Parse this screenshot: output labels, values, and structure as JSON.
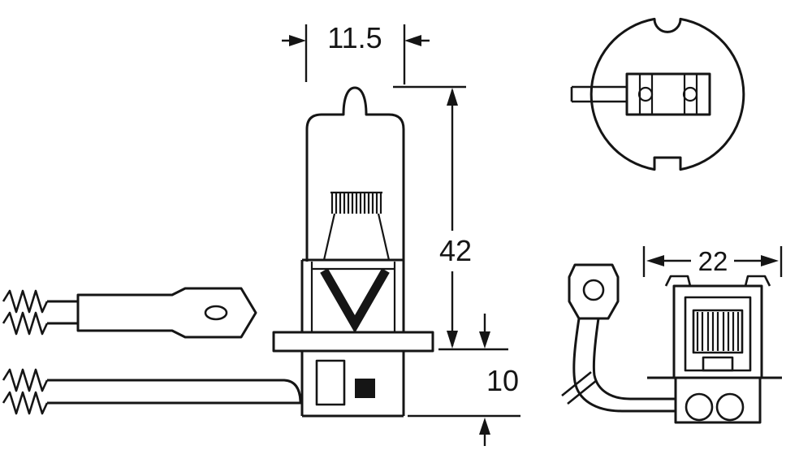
{
  "diagram": {
    "dimensions": {
      "bulb_diameter_mm": "11.5",
      "overall_height_mm": "42",
      "base_height_mm": "10",
      "base_width_mm": "22"
    },
    "colors": {
      "line": "#151515",
      "background": "#ffffff"
    }
  }
}
